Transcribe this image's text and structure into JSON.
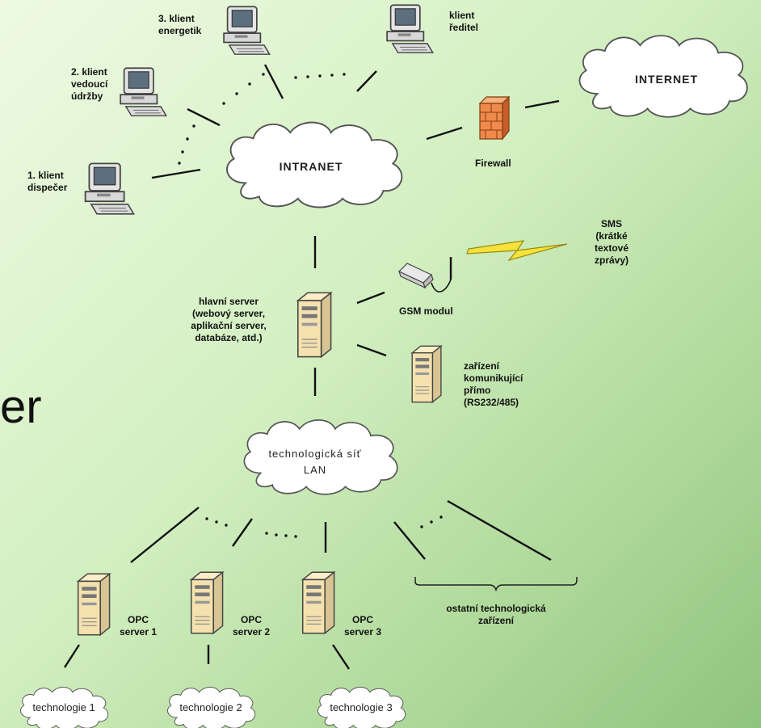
{
  "partial_slide_text": "er",
  "clouds": {
    "internet": "INTERNET",
    "intranet": "INTRANET",
    "lan_line1": "technologická síť",
    "lan_line2": "LAN",
    "tech1": "technologie 1",
    "tech2": "technologie 2",
    "tech3": "technologie 3"
  },
  "clients": {
    "client3_line1": "3. klient",
    "client3_line2": "energetik",
    "client_director_line1": "klient",
    "client_director_line2": "ředitel",
    "client2_line1": "2. klient",
    "client2_line2": "vedoucí",
    "client2_line3": "údržby",
    "client1_line1": "1. klient",
    "client1_line2": "dispečer"
  },
  "firewall": "Firewall",
  "sms": {
    "line1": "SMS",
    "line2": "(krátké",
    "line3": "textové",
    "line4": "zprávy)"
  },
  "gsm": "GSM modul",
  "main_server": {
    "line1": "hlavní server",
    "line2": "(webový server,",
    "line3": "aplikační server,",
    "line4": "databáze, atd.)"
  },
  "direct_device": {
    "line1": "zařízení",
    "line2": "komunikující",
    "line3": "přímo",
    "line4": "(RS232/485)"
  },
  "opc": {
    "s1_line1": "OPC",
    "s1_line2": "server 1",
    "s2_line1": "OPC",
    "s2_line2": "server 2",
    "s3_line1": "OPC",
    "s3_line2": "server 3"
  },
  "other_devices": {
    "line1": "ostatní technologická",
    "line2": "zařízení"
  }
}
